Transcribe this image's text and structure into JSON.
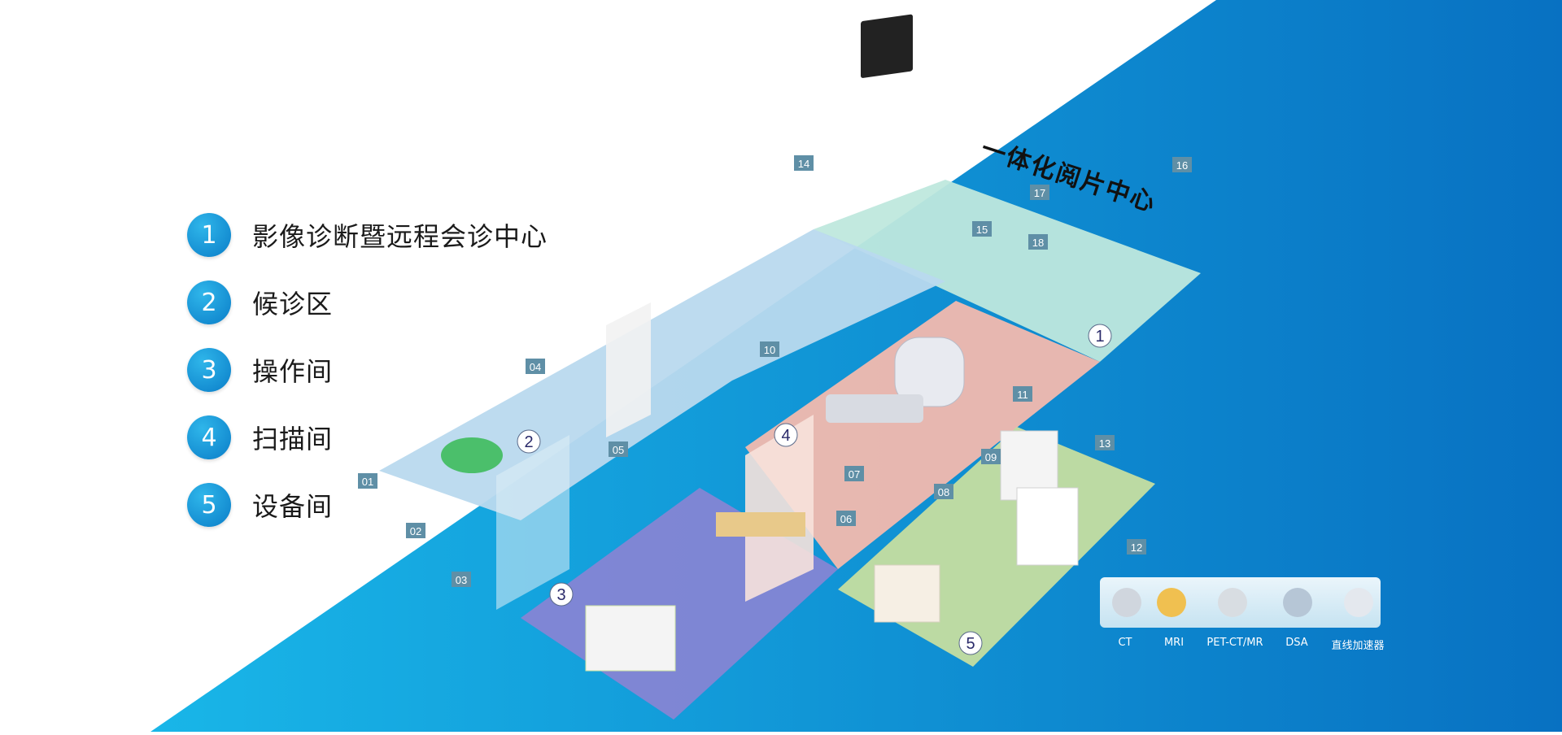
{
  "legend": [
    {
      "num": "1",
      "label": "影像诊断暨远程会诊中心"
    },
    {
      "num": "2",
      "label": "候诊区"
    },
    {
      "num": "3",
      "label": "操作间"
    },
    {
      "num": "4",
      "label": "扫描间"
    },
    {
      "num": "5",
      "label": "设备间"
    }
  ],
  "center_title": "一体化阅片中心",
  "zone_markers": [
    "1",
    "2",
    "3",
    "4",
    "5"
  ],
  "callouts": [
    "01",
    "02",
    "03",
    "04",
    "05",
    "06",
    "07",
    "08",
    "09",
    "10",
    "11",
    "12",
    "13",
    "14",
    "15",
    "16",
    "17",
    "18"
  ],
  "modalities": [
    "CT",
    "MRI",
    "PET-CT/MR",
    "DSA",
    "直线加速器"
  ],
  "colors": {
    "blue_dark": "#0a72c4",
    "blue_light": "#12a8e0",
    "zone1": "#bfe8dd",
    "zone2": "#b9d9ee",
    "zone3": "#7f7fd0",
    "zone4": "#f3b9ae",
    "zone5": "#c6dea0",
    "tag": "#5f8fa6"
  }
}
